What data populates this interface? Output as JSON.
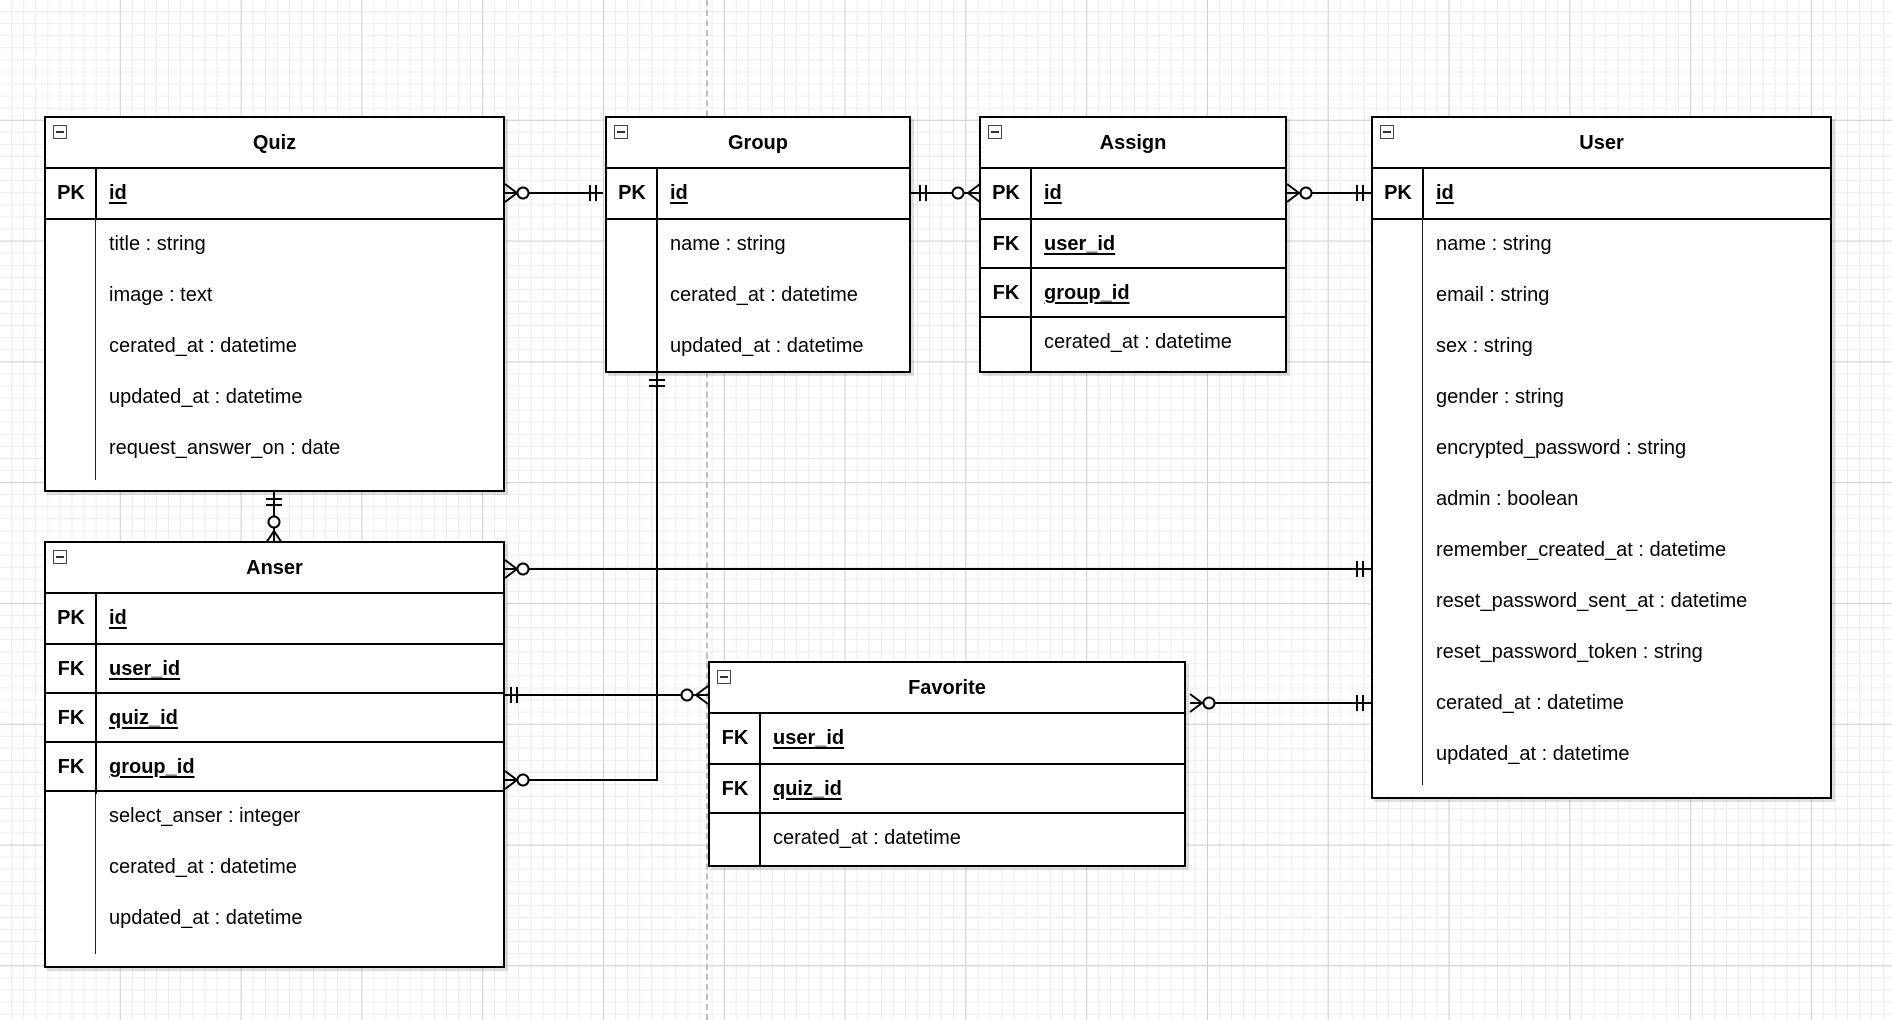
{
  "entities": {
    "quiz": {
      "title": "Quiz",
      "key_rows": [
        {
          "key": "PK",
          "name": "id"
        }
      ],
      "attributes": [
        "title : string",
        "image : text",
        "cerated_at : datetime",
        "updated_at : datetime",
        "request_answer_on : date"
      ]
    },
    "group": {
      "title": "Group",
      "key_rows": [
        {
          "key": "PK",
          "name": "id"
        }
      ],
      "attributes": [
        "name : string",
        "cerated_at : datetime",
        "updated_at : datetime"
      ]
    },
    "assign": {
      "title": "Assign",
      "key_rows": [
        {
          "key": "PK",
          "name": "id"
        },
        {
          "key": "FK",
          "name": "user_id"
        },
        {
          "key": "FK",
          "name": "group_id"
        }
      ],
      "attributes": [
        "cerated_at : datetime"
      ]
    },
    "user": {
      "title": "User",
      "key_rows": [
        {
          "key": "PK",
          "name": "id"
        }
      ],
      "attributes": [
        "name : string",
        "email : string",
        "sex : string",
        "gender : string",
        "encrypted_password : string",
        "admin : boolean",
        "remember_created_at : datetime",
        "reset_password_sent_at : datetime",
        "reset_password_token : string",
        "cerated_at : datetime",
        "updated_at : datetime"
      ]
    },
    "anser": {
      "title": "Anser",
      "key_rows": [
        {
          "key": "PK",
          "name": "id"
        },
        {
          "key": "FK",
          "name": "user_id"
        },
        {
          "key": "FK",
          "name": "quiz_id"
        },
        {
          "key": "FK",
          "name": "group_id"
        }
      ],
      "attributes": [
        "select_anser : integer",
        "cerated_at : datetime",
        "updated_at : datetime"
      ]
    },
    "favorite": {
      "title": "Favorite",
      "key_rows": [
        {
          "key": "FK",
          "name": "user_id"
        },
        {
          "key": "FK",
          "name": "quiz_id"
        }
      ],
      "attributes": [
        "cerated_at : datetime"
      ]
    }
  },
  "relationships": [
    {
      "from": "quiz",
      "from_end": "zero-or-many",
      "to": "group",
      "to_end": "exactly-one"
    },
    {
      "from": "group",
      "from_end": "exactly-one",
      "to": "assign",
      "to_end": "zero-or-many"
    },
    {
      "from": "assign",
      "from_end": "zero-or-many",
      "to": "user",
      "to_end": "exactly-one"
    },
    {
      "from": "quiz",
      "from_end": "exactly-one",
      "to": "anser",
      "to_end": "zero-or-many"
    },
    {
      "from": "anser",
      "from_end": "zero-or-many",
      "to": "user",
      "to_end": "exactly-one"
    },
    {
      "from": "anser",
      "from_end": "exactly-one",
      "to": "favorite",
      "to_end": "zero-or-many"
    },
    {
      "from": "group",
      "from_end": "exactly-one",
      "to": "anser",
      "to_end": "zero-or-many"
    },
    {
      "from": "favorite",
      "from_end": "zero-or-many",
      "to": "user",
      "to_end": "exactly-one"
    }
  ],
  "style": {
    "line_color": "#000000",
    "grid_color": "#d0d0d0",
    "page_break_color": "#bdbdbd"
  }
}
